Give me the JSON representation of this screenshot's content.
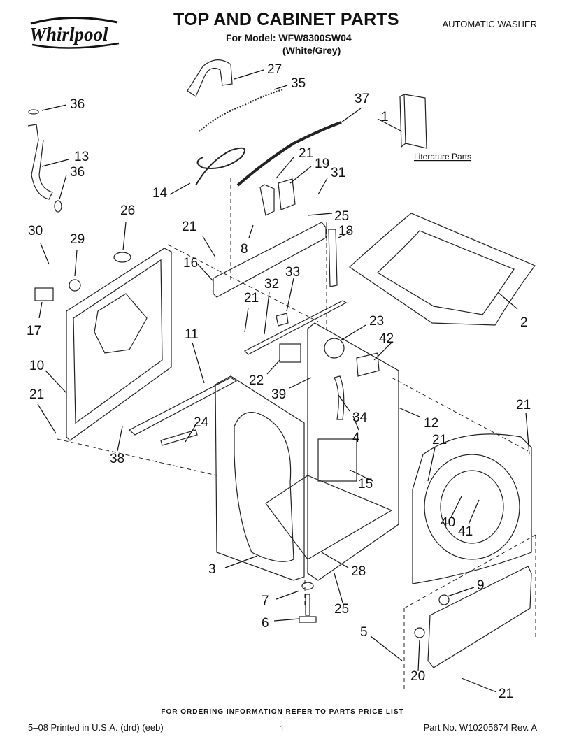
{
  "header": {
    "brand": "Whirlpool",
    "title": "TOP AND CABINET PARTS",
    "model_line": "For Model: WFW8300SW04",
    "color_line": "(White/Grey)",
    "product_type": "AUTOMATIC WASHER"
  },
  "literature_label": "Literature Parts",
  "callouts": [
    "27",
    "35",
    "36",
    "37",
    "1",
    "13",
    "36",
    "21",
    "19",
    "31",
    "14",
    "26",
    "25",
    "30",
    "29",
    "18",
    "21",
    "8",
    "16",
    "33",
    "32",
    "21",
    "2",
    "17",
    "11",
    "23",
    "10",
    "42",
    "22",
    "21",
    "39",
    "34",
    "21",
    "12",
    "38",
    "24",
    "4",
    "21",
    "15",
    "40",
    "41",
    "3",
    "28",
    "9",
    "7",
    "25",
    "6",
    "5",
    "20",
    "21"
  ],
  "footer": {
    "ordering": "FOR ORDERING INFORMATION REFER TO PARTS PRICE LIST",
    "printed": "5–08 Printed in U.S.A. (drd) (eeb)",
    "page": "1",
    "part_no": "Part No. W10205674 Rev. A"
  }
}
